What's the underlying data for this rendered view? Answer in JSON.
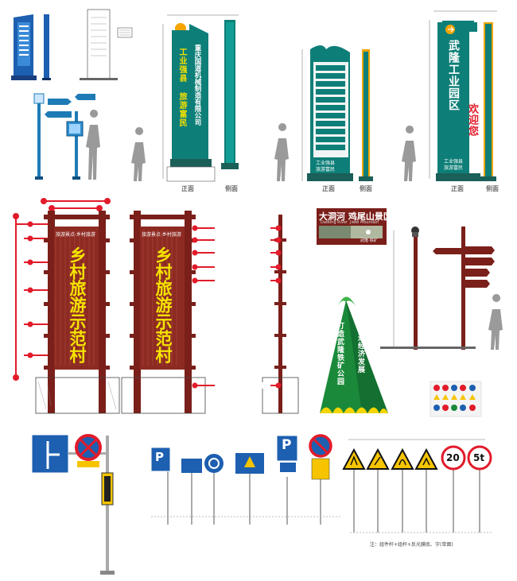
{
  "views": {
    "front": "正面",
    "side": "侧面"
  },
  "sign_company": {
    "left_text": "工业强县 旅游富民",
    "right_text": "重庆国道机械制造有限公司"
  },
  "sign_industrial_park": {
    "main": "武隆工业园区",
    "welcome": "欢迎您",
    "bottom_left": "工业强县",
    "bottom_right": "旅游富民"
  },
  "sign_mid_directory": {
    "bottom_left": "工业强县",
    "bottom_right": "旅游富民"
  },
  "village_sign": {
    "main_text": "乡村旅游示范村",
    "header": "旅游景点·乡村旅游"
  },
  "scenic_sign": {
    "title": "大洞河 鸡尾山景区",
    "sub_left": "Dadong River",
    "sub_right": "Jiwei Mountain",
    "arrow_label": "武隆·铁矿"
  },
  "triangle_sign": {
    "text1": "打造武隆铁矿公园",
    "text2": "促进经济发展"
  },
  "road_signs": {
    "speed_limit": "20",
    "weight_limit": "5t",
    "parking": "P"
  },
  "notes": {
    "bottom": "注：组件杆+组杆+反光膜底、字(单面)"
  },
  "colors": {
    "teal": "#0e7f78",
    "green": "#1a8a3a",
    "darkred": "#7a1f1a",
    "red": "#e21b2a",
    "yellow": "#f5e400",
    "blue": "#1d5fb0",
    "sign_yellow": "#f6c400"
  }
}
